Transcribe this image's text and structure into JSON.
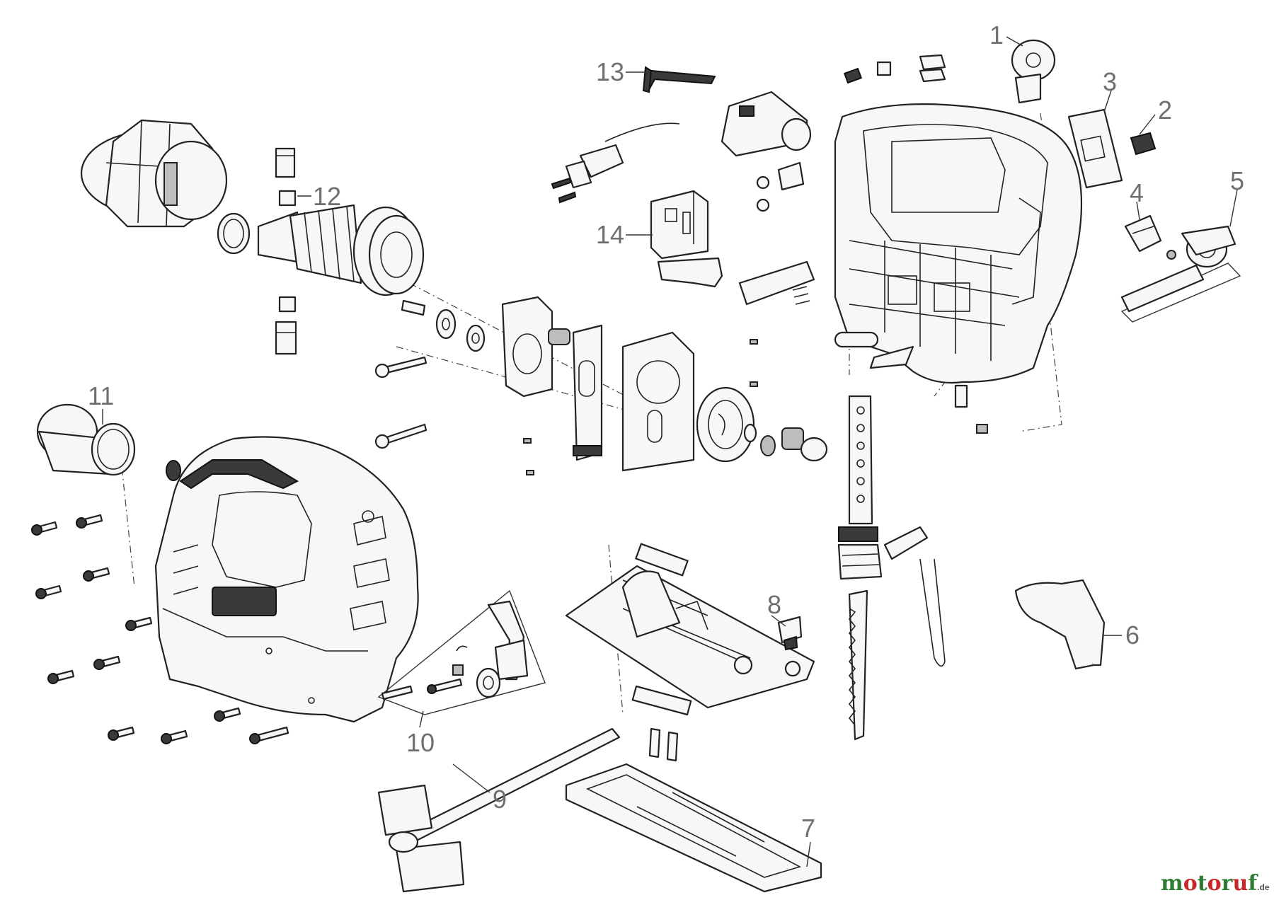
{
  "callouts": [
    {
      "id": "1",
      "label": "1"
    },
    {
      "id": "2",
      "label": "2"
    },
    {
      "id": "3",
      "label": "3"
    },
    {
      "id": "4",
      "label": "4"
    },
    {
      "id": "5",
      "label": "5"
    },
    {
      "id": "6",
      "label": "6"
    },
    {
      "id": "7",
      "label": "7"
    },
    {
      "id": "8",
      "label": "8"
    },
    {
      "id": "9",
      "label": "9"
    },
    {
      "id": "10",
      "label": "10"
    },
    {
      "id": "11",
      "label": "11"
    },
    {
      "id": "12",
      "label": "12"
    },
    {
      "id": "13",
      "label": "13"
    },
    {
      "id": "14",
      "label": "14"
    }
  ],
  "watermark": {
    "parts": [
      "m",
      "o",
      "t",
      "o",
      "r",
      "u",
      "f"
    ],
    "colors": [
      "#2e7d32",
      "#c62828",
      "#2e7d32",
      "#c62828",
      "#2e7d32",
      "#c62828",
      "#2e7d32"
    ],
    "suffix": ".de"
  },
  "colors": {
    "line": "#222222",
    "callout_text": "#6f6f6f",
    "background": "#ffffff"
  }
}
